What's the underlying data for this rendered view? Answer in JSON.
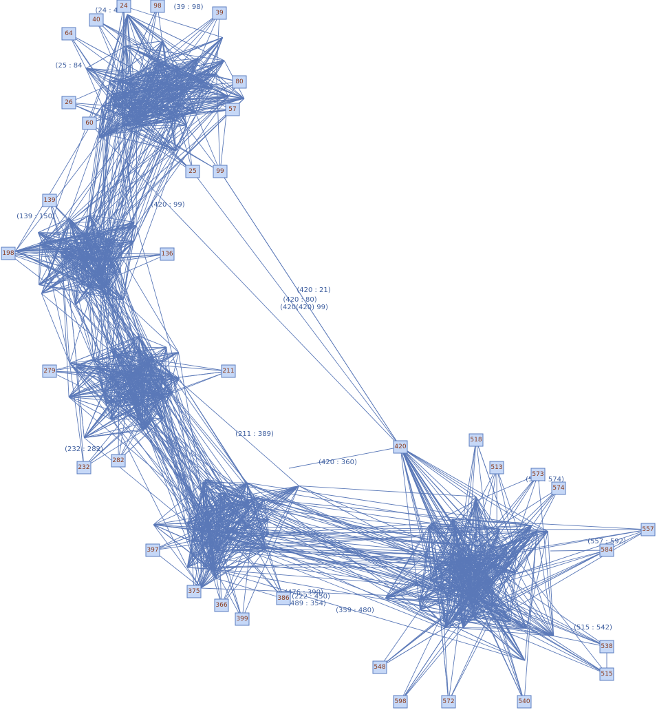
{
  "graph": {
    "colors": {
      "edge": "#5b79b8",
      "node_fill": "#c6d8f7",
      "node_stroke": "#5b7cbf",
      "node_label": "#8a3b1e",
      "edge_label": "#3f5f9f"
    },
    "nodes": [
      {
        "id": "24",
        "label": "24"
      },
      {
        "id": "98",
        "label": "98"
      },
      {
        "id": "39",
        "label": "39"
      },
      {
        "id": "40",
        "label": "40"
      },
      {
        "id": "64",
        "label": "64"
      },
      {
        "id": "80",
        "label": "80"
      },
      {
        "id": "57",
        "label": "57"
      },
      {
        "id": "26",
        "label": "26"
      },
      {
        "id": "60",
        "label": "60"
      },
      {
        "id": "25",
        "label": "25"
      },
      {
        "id": "99",
        "label": "99"
      },
      {
        "id": "139",
        "label": "139"
      },
      {
        "id": "198",
        "label": "198"
      },
      {
        "id": "136",
        "label": "136"
      },
      {
        "id": "211",
        "label": "211"
      },
      {
        "id": "279",
        "label": "279"
      },
      {
        "id": "232",
        "label": "232"
      },
      {
        "id": "282",
        "label": "282"
      },
      {
        "id": "397",
        "label": "397"
      },
      {
        "id": "375",
        "label": "375"
      },
      {
        "id": "366",
        "label": "366"
      },
      {
        "id": "399",
        "label": "399"
      },
      {
        "id": "386",
        "label": "386"
      },
      {
        "id": "420",
        "label": "420"
      },
      {
        "id": "518",
        "label": "518"
      },
      {
        "id": "513",
        "label": "513"
      },
      {
        "id": "573",
        "label": "573"
      },
      {
        "id": "574",
        "label": "574"
      },
      {
        "id": "557",
        "label": "557"
      },
      {
        "id": "584",
        "label": "584"
      },
      {
        "id": "538",
        "label": "538"
      },
      {
        "id": "515",
        "label": "515"
      },
      {
        "id": "548",
        "label": "548"
      },
      {
        "id": "598",
        "label": "598"
      },
      {
        "id": "572",
        "label": "572"
      },
      {
        "id": "540",
        "label": "540"
      }
    ],
    "edge_labels": [
      {
        "id": "e-24-40",
        "text": "(24 : 40)"
      },
      {
        "id": "e-39-98",
        "text": "(39 : 98)"
      },
      {
        "id": "e-25-84",
        "text": "(25 : 84"
      },
      {
        "id": "e-420-21",
        "text": "(420 : 21)"
      },
      {
        "id": "e-420-80",
        "text": "(420 : 80)"
      },
      {
        "id": "e-420-99",
        "text": "(420(420) 99)"
      },
      {
        "id": "e-420-360",
        "text": "(420 : 360)"
      },
      {
        "id": "e-211-389",
        "text": "(211 : 389)"
      },
      {
        "id": "e-139-150",
        "text": "(139 : 150)"
      },
      {
        "id": "e-476-390",
        "text": "(476 : 390)"
      },
      {
        "id": "e-359-480",
        "text": "(359 : 480)"
      },
      {
        "id": "e-489-354",
        "text": "(489 : 354)"
      },
      {
        "id": "e-557-592",
        "text": "(557 : 592)"
      },
      {
        "id": "e-519-574",
        "text": "(519 : 574)"
      },
      {
        "id": "e-515-542",
        "text": "(515 : 542)"
      },
      {
        "id": "e-222-450",
        "text": "(222 : 450)"
      },
      {
        "id": "e-420-99b",
        "text": "(420 : 99)"
      },
      {
        "id": "e-232-282",
        "text": "(232 : 282)"
      }
    ]
  }
}
